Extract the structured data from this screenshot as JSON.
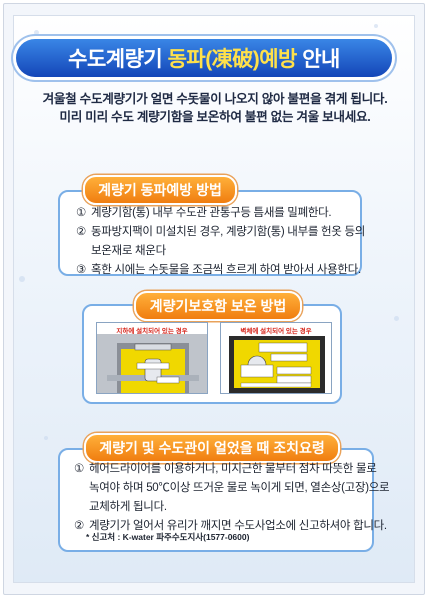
{
  "title": {
    "part1": "수도계량기 ",
    "part2": "동파(凍破)예방",
    "part3": " 안내"
  },
  "intro": {
    "line1": "겨울철 수도계량기가 얼면 수돗물이 나오지 않아 불편을 겪게 됩니다.",
    "line2": "미리 미리 수도 계량기함을 보온하여 불편 없는 겨울 보내세요."
  },
  "section1": {
    "heading": "계량기 동파예방 방법",
    "items": [
      {
        "num": "①",
        "text": "계량기함(통) 내부 수도관 관통구등 틈새를 밀폐한다."
      },
      {
        "num": "②",
        "text": "동파방지팩이 미설치된 경우, 계량기함(통) 내부를 헌옷 등의",
        "cont": "보온재로 채운다"
      },
      {
        "num": "③",
        "text": "혹한 시에는 수돗물을 조금씩 흐르게 하여 받아서 사용한다."
      }
    ]
  },
  "section2": {
    "heading": "계량기보호함 보온 방법",
    "left_caption": "지하에 설치되어 있는 경우",
    "right_caption": "벽체에 설치되어 있는 경우"
  },
  "section3": {
    "heading": "계량기 및 수도관이 얼었을 때 조치요령",
    "items": [
      {
        "num": "①",
        "text": "헤어드라이어를 이용하거나, 미지근한 물부터 점차 따뜻한 물로",
        "cont1": "녹여야 하며 50℃이상 뜨거운 물로 녹이게 되면, 열손상(고장)으로",
        "cont2": "교체하게 됩니다."
      },
      {
        "num": "②",
        "text": "계량기가 얼어서 유리가 깨지면 수도사업소에 신고하셔야 합니다."
      }
    ],
    "note": "* 신고처 : K-water 파주수도지사(1577-0600)"
  },
  "colors": {
    "title_blue": "#1446b8",
    "title_highlight": "#ffe14a",
    "tag_orange": "#f07d10",
    "panel_border": "#79aee6",
    "caption_red": "#d6251b"
  }
}
